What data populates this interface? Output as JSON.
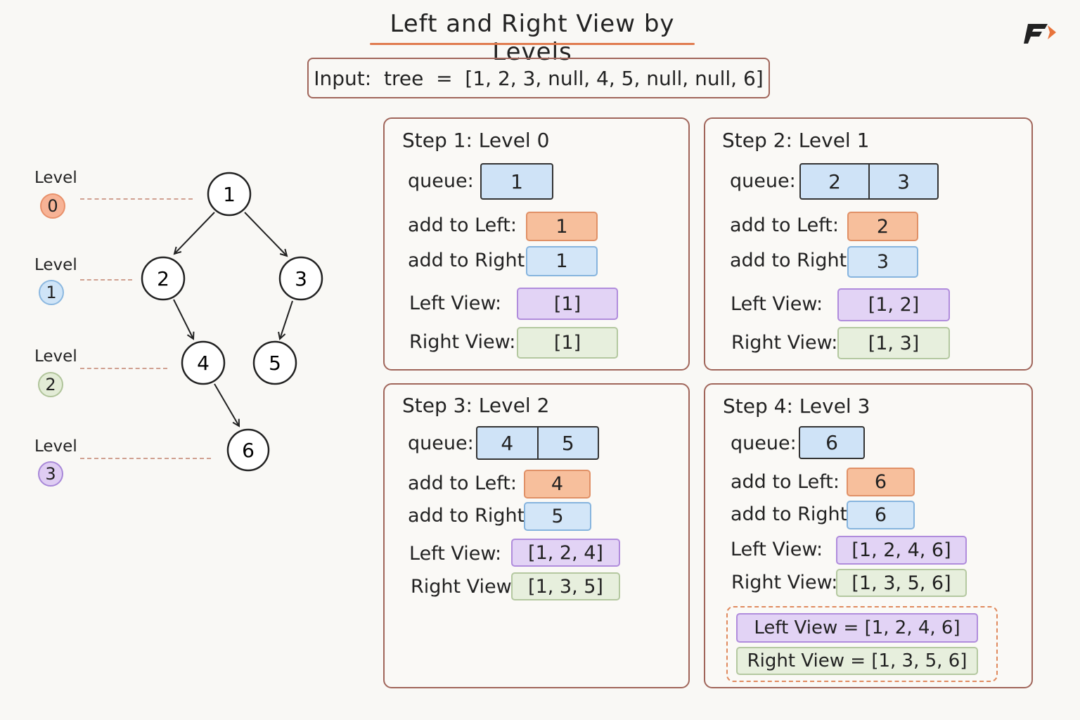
{
  "title": "Left and Right View by Levels",
  "input_text": "Input:  tree  =  [1, 2, 3, null, 4, 5, null, null, 6]",
  "levels": [
    {
      "label": "Level",
      "value": "0",
      "color": "#f7b396"
    },
    {
      "label": "Level",
      "value": "1",
      "color": "#cfe4f7"
    },
    {
      "label": "Level",
      "value": "2",
      "color": "#e3ecd6"
    },
    {
      "label": "Level",
      "value": "3",
      "color": "#dfcdf3"
    }
  ],
  "tree": {
    "nodes": [
      "1",
      "2",
      "3",
      "4",
      "5",
      "6"
    ]
  },
  "steps": [
    {
      "title": "Step 1:  Level  0",
      "queue_label": "queue:",
      "queue": [
        "1"
      ],
      "add_left_label": "add to Left:",
      "add_left": "1",
      "add_right_label": "add to Right:",
      "add_right": "1",
      "left_view_label": "Left View:",
      "left_view": "[1]",
      "right_view_label": "Right View:",
      "right_view": "[1]"
    },
    {
      "title": "Step 2:  Level  1",
      "queue_label": "queue:",
      "queue": [
        "2",
        "3"
      ],
      "add_left_label": "add to Left:",
      "add_left": "2",
      "add_right_label": "add to Right:",
      "add_right": "3",
      "left_view_label": "Left View:",
      "left_view": "[1, 2]",
      "right_view_label": "Right View:",
      "right_view": "[1, 3]"
    },
    {
      "title": "Step 3:  Level  2",
      "queue_label": "queue:",
      "queue": [
        "4",
        "5"
      ],
      "add_left_label": "add to Left:",
      "add_left": "4",
      "add_right_label": "add to Right:",
      "add_right": "5",
      "left_view_label": "Left View:",
      "left_view": "[1, 2, 4]",
      "right_view_label": "Right View:",
      "right_view": "[1, 3, 5]"
    },
    {
      "title": "Step 4:  Level  3",
      "queue_label": "queue:",
      "queue": [
        "6"
      ],
      "add_left_label": "add to Left:",
      "add_left": "6",
      "add_right_label": "add to Right:",
      "add_right": "6",
      "left_view_label": "Left View:",
      "left_view": "[1, 2, 4, 6]",
      "right_view_label": "Right View:",
      "right_view": "[1, 3, 5, 6]"
    }
  ],
  "final": {
    "left": "Left View  =  [1, 2, 4, 6]",
    "right": "Right View  =  [1, 3, 5, 6]"
  },
  "logo_icon": "fast-forward-f-logo"
}
